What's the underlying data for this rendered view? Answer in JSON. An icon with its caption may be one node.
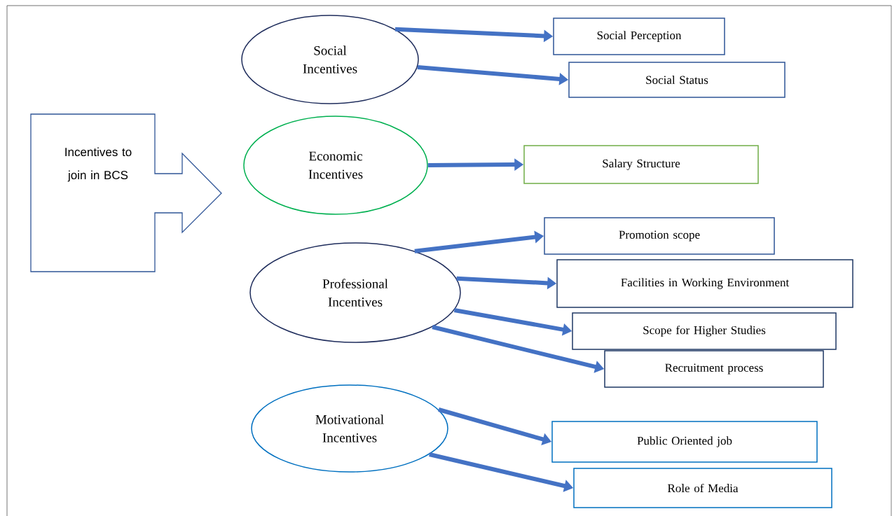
{
  "diagram": {
    "nodes": [
      {
        "text": [
          "Incentives to join in BCS"
        ]
      },
      {
        "text": [
          "Social Incentives"
        ]
      },
      {
        "text": [
          "Social Perception"
        ]
      },
      {
        "text": [
          "Social Status"
        ]
      },
      {
        "text": [
          "Economic Incentives"
        ]
      },
      {
        "text": [
          "Salary Structure"
        ]
      },
      {
        "text": [
          "Professional Incentives"
        ]
      },
      {
        "text": [
          "Promotion scope"
        ]
      },
      {
        "text": [
          "Facilities in Working Environment"
        ]
      },
      {
        "text": [
          "Scope for Higher Studies"
        ]
      },
      {
        "text": [
          "Recruitment process"
        ]
      },
      {
        "text": [
          "Motivational Incentives"
        ]
      },
      {
        "text": [
          "Public Oriented job"
        ]
      },
      {
        "text": [
          "Role of Media"
        ]
      }
    ],
    "edges": [
      {
        "from": 1,
        "to": 2,
        "arrow": "to"
      },
      {
        "from": 1,
        "to": 3,
        "arrow": "to"
      },
      {
        "from": 4,
        "to": 5,
        "arrow": "to"
      },
      {
        "from": 6,
        "to": 7,
        "arrow": "to"
      },
      {
        "from": 6,
        "to": 8,
        "arrow": "to"
      },
      {
        "from": 6,
        "to": 9,
        "arrow": "to"
      },
      {
        "from": 6,
        "to": 10,
        "arrow": "to"
      },
      {
        "from": 11,
        "to": 12,
        "arrow": "to"
      },
      {
        "from": 11,
        "to": 13,
        "arrow": "to"
      }
    ]
  }
}
